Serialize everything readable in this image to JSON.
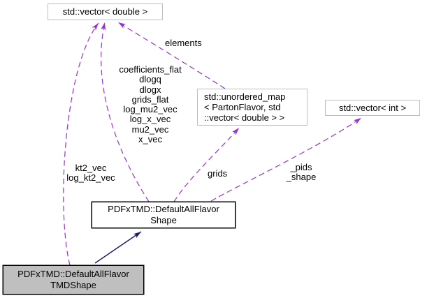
{
  "diagram": {
    "nodes": {
      "vector_double": {
        "label": "std::vector< double >"
      },
      "unordered_map": {
        "lines": [
          "std::unordered_map",
          "< PartonFlavor, std",
          "::vector< double > >"
        ]
      },
      "vector_int": {
        "label": "std::vector< int >"
      },
      "default_all_flavor_shape": {
        "lines": [
          "PDFxTMD::DefaultAllFlavor",
          "Shape"
        ]
      },
      "default_all_flavor_tmd_shape": {
        "lines": [
          "PDFxTMD::DefaultAllFlavor",
          "TMDShape"
        ]
      }
    },
    "edge_labels": {
      "elements": "elements",
      "coefficients": [
        "coefficients_flat",
        "dlogq",
        "dlogx",
        "grids_flat",
        "log_mu2_vec",
        "log_x_vec",
        "mu2_vec",
        "x_vec"
      ],
      "kt2": [
        "kt2_vec",
        "log_kt2_vec"
      ],
      "grids": "grids",
      "pids": [
        "_pids",
        "_shape"
      ]
    },
    "colors": {
      "usage_edge": "#9a32cd",
      "inheritance_edge": "#191970",
      "node_border": "#bebebe",
      "focus_border": "#000000",
      "focus_fill": "#bfbfbf",
      "node_fill": "#ffffff"
    }
  }
}
